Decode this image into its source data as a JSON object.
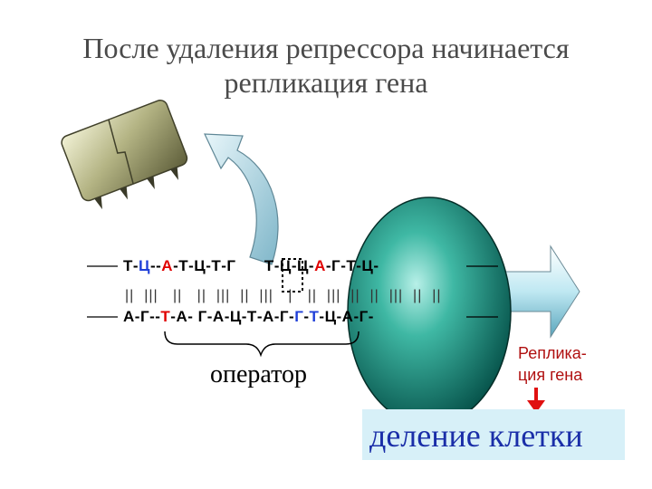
{
  "title": {
    "line1": "После удаления репрессора начинается",
    "line2": "репликация гена"
  },
  "dna": {
    "top_segments": [
      {
        "text": "Т-",
        "color": "black"
      },
      {
        "text": "Ц",
        "color": "blue"
      },
      {
        "text": "--",
        "color": "black"
      },
      {
        "text": "А",
        "color": "red"
      },
      {
        "text": "-Т-Ц-Т-Г",
        "color": "black"
      },
      {
        "text": "      ",
        "color": "black"
      },
      {
        "text": "Т-Ц-Ц-",
        "color": "black"
      },
      {
        "text": "А",
        "color": "red"
      },
      {
        "text": "-Г-Т-Ц-",
        "color": "black"
      }
    ],
    "bonds": "||  |||   ||   ||  |||  ||  |||   |   ||  |||  ||  ||  |||  ||  ||",
    "bottom_segments": [
      {
        "text": "А-Г--",
        "color": "black"
      },
      {
        "text": "Т",
        "color": "red"
      },
      {
        "text": "-А- Г-А-Ц-Т-А-Г-",
        "color": "black"
      },
      {
        "text": "Г",
        "color": "blue"
      },
      {
        "text": "-",
        "color": "black"
      },
      {
        "text": "Т",
        "color": "blue"
      },
      {
        "text": "-Ц-А-Г-",
        "color": "black"
      }
    ]
  },
  "operator_label": "оператор",
  "replication_label": {
    "line1": "Реплика-",
    "line2": "ция гена"
  },
  "division_label": "деление клетки",
  "colors": {
    "title": "#4a4a4a",
    "red": "#e00000",
    "blue": "#1f3fd8",
    "polymerase": "#0f7a6a",
    "division_text": "#1a2ea8",
    "division_box": "#d7f0f8",
    "arrow": "#e01010",
    "repressor": "#9a9a66"
  },
  "icons": [
    "repressor-block-icon",
    "curved-arrow-icon",
    "rna-polymerase-icon",
    "replication-arrow-icon",
    "down-arrow-icon"
  ]
}
